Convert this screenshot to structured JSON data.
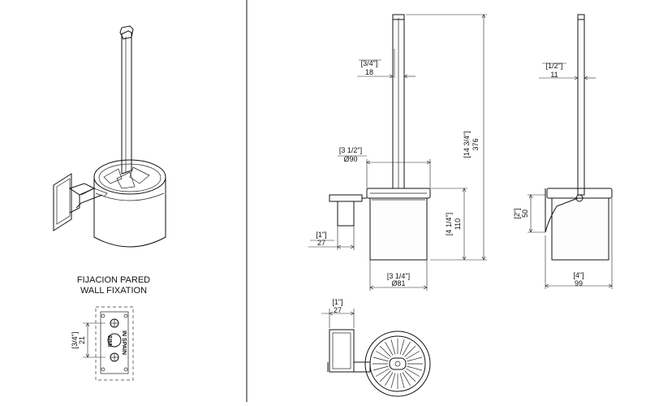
{
  "wall_fixation": {
    "title_es": "FIJACION PARED",
    "title_en": "WALL FIXATION",
    "plate_text_1": "SIMI",
    "plate_text_2": "IN SPAIN",
    "dim_inch": "[3/4\"]",
    "dim_mm": "21"
  },
  "front_view": {
    "rod_inch": "[3/4\"]",
    "rod_mm": "18",
    "head_inch": "[3 1/2\"]",
    "head_mm": "Ø90",
    "height_inch": "[14 3/4\"]",
    "height_mm": "376",
    "cup_h_inch": "[4 1/4\"]",
    "cup_h_mm": "110",
    "bracket_inch": "[1\"]",
    "bracket_mm": "27",
    "cup_d_inch": "[3 1/4\"]",
    "cup_d_mm": "Ø81"
  },
  "side_view": {
    "rod_inch": "[1/2\"]",
    "rod_mm": "11",
    "bracket_h_inch": "[2\"]",
    "bracket_h_mm": "50",
    "depth_inch": "[4\"]",
    "depth_mm": "99"
  },
  "top_view": {
    "bracket_inch": "[1\"]",
    "bracket_mm": "27"
  }
}
